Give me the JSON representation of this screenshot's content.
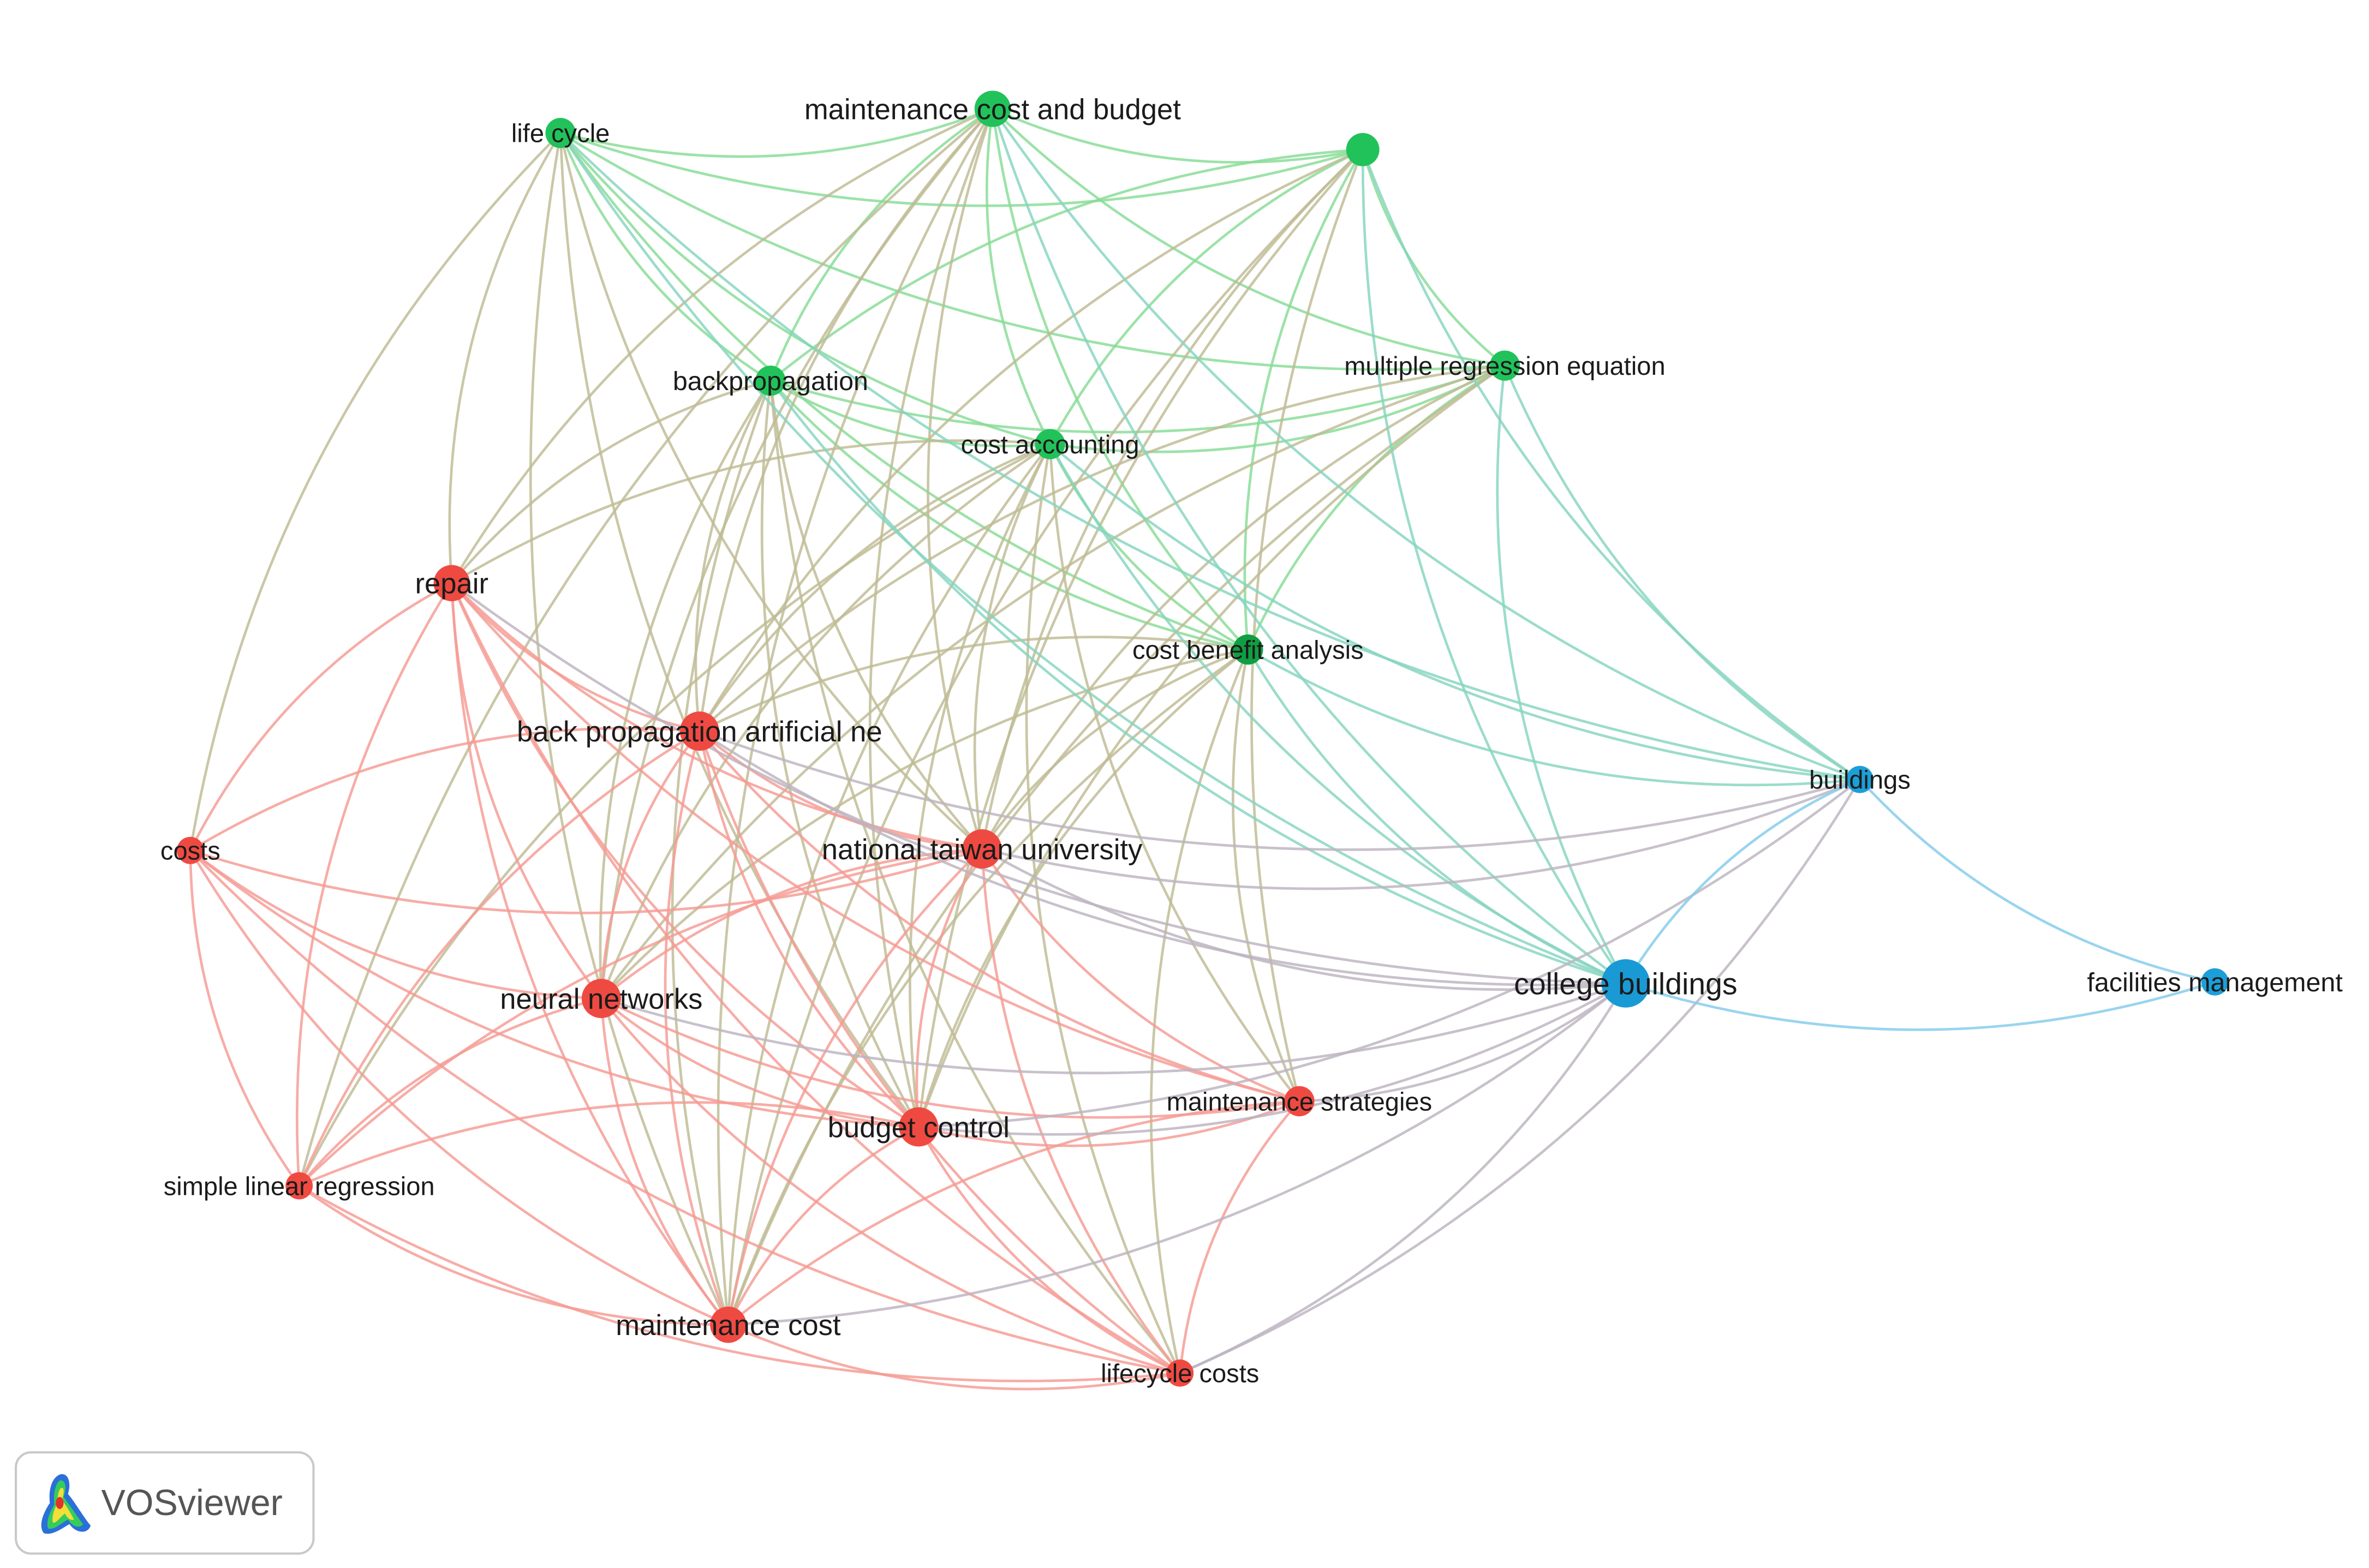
{
  "logo": {
    "text": "VOSviewer",
    "icon": "vosviewer-heatmap-icon"
  },
  "clusters": [
    {
      "node_color": "#ef4a42",
      "link_color": "#f59a93"
    },
    {
      "node_color": "#22c25a",
      "link_color": "#86dc95"
    },
    {
      "node_color": "#1c9fd8",
      "link_color": "#83cbeb"
    }
  ],
  "nodes": [
    {
      "label": "life cycle",
      "cluster": 1
    },
    {
      "label": "maintenance cost and budget",
      "cluster": 1
    },
    {
      "label": "",
      "cluster": 1
    },
    {
      "label": "backpropagation",
      "cluster": 1
    },
    {
      "label": "cost accounting",
      "cluster": 1
    },
    {
      "label": "multiple regression equation",
      "cluster": 1
    },
    {
      "label": "cost benefit analysis",
      "cluster": 1,
      "color": "#0f9f42"
    },
    {
      "label": "repair",
      "cluster": 0
    },
    {
      "label": "back propagation artificial ne",
      "cluster": 0
    },
    {
      "label": "costs",
      "cluster": 0
    },
    {
      "label": "national taiwan university",
      "cluster": 0
    },
    {
      "label": "neural networks",
      "cluster": 0
    },
    {
      "label": "budget control",
      "cluster": 0
    },
    {
      "label": "maintenance strategies",
      "cluster": 0
    },
    {
      "label": "simple linear regression",
      "cluster": 0
    },
    {
      "label": "maintenance cost",
      "cluster": 0
    },
    {
      "label": "lifecycle costs",
      "cluster": 0
    },
    {
      "label": "buildings",
      "cluster": 2
    },
    {
      "label": "college buildings",
      "cluster": 2,
      "color": "#1a9ad5"
    },
    {
      "label": "facilities management",
      "cluster": 2
    }
  ],
  "links": [
    [
      0,
      1
    ],
    [
      0,
      2
    ],
    [
      0,
      3
    ],
    [
      0,
      4
    ],
    [
      0,
      5
    ],
    [
      0,
      6
    ],
    [
      1,
      2
    ],
    [
      1,
      3
    ],
    [
      1,
      4
    ],
    [
      1,
      5
    ],
    [
      1,
      6
    ],
    [
      2,
      3
    ],
    [
      2,
      4
    ],
    [
      2,
      5
    ],
    [
      2,
      6
    ],
    [
      3,
      4
    ],
    [
      3,
      5
    ],
    [
      3,
      6
    ],
    [
      4,
      5
    ],
    [
      4,
      6
    ],
    [
      5,
      6
    ],
    [
      0,
      7
    ],
    [
      0,
      9
    ],
    [
      0,
      15
    ],
    [
      0,
      10
    ],
    [
      0,
      12
    ],
    [
      1,
      7
    ],
    [
      1,
      8
    ],
    [
      1,
      10
    ],
    [
      1,
      11
    ],
    [
      1,
      12
    ],
    [
      1,
      15
    ],
    [
      1,
      14
    ],
    [
      2,
      8
    ],
    [
      2,
      10
    ],
    [
      2,
      12
    ],
    [
      2,
      13
    ],
    [
      2,
      15
    ],
    [
      3,
      7
    ],
    [
      3,
      8
    ],
    [
      3,
      10
    ],
    [
      3,
      11
    ],
    [
      3,
      12
    ],
    [
      3,
      15
    ],
    [
      3,
      16
    ],
    [
      4,
      7
    ],
    [
      4,
      8
    ],
    [
      4,
      10
    ],
    [
      4,
      11
    ],
    [
      4,
      12
    ],
    [
      4,
      15
    ],
    [
      4,
      14
    ],
    [
      4,
      16
    ],
    [
      4,
      13
    ],
    [
      5,
      8
    ],
    [
      5,
      10
    ],
    [
      5,
      12
    ],
    [
      5,
      15
    ],
    [
      5,
      11
    ],
    [
      6,
      8
    ],
    [
      6,
      10
    ],
    [
      6,
      11
    ],
    [
      6,
      12
    ],
    [
      6,
      15
    ],
    [
      6,
      16
    ],
    [
      6,
      13
    ],
    [
      0,
      17
    ],
    [
      0,
      18
    ],
    [
      1,
      17
    ],
    [
      1,
      18
    ],
    [
      2,
      18
    ],
    [
      2,
      17
    ],
    [
      3,
      18
    ],
    [
      4,
      18
    ],
    [
      4,
      17
    ],
    [
      5,
      18
    ],
    [
      5,
      17
    ],
    [
      6,
      18
    ],
    [
      6,
      17
    ],
    [
      7,
      8
    ],
    [
      7,
      9
    ],
    [
      7,
      10
    ],
    [
      7,
      11
    ],
    [
      7,
      12
    ],
    [
      7,
      13
    ],
    [
      7,
      14
    ],
    [
      7,
      15
    ],
    [
      7,
      16
    ],
    [
      8,
      9
    ],
    [
      8,
      10
    ],
    [
      8,
      11
    ],
    [
      8,
      12
    ],
    [
      8,
      13
    ],
    [
      8,
      14
    ],
    [
      8,
      15
    ],
    [
      8,
      16
    ],
    [
      9,
      10
    ],
    [
      9,
      11
    ],
    [
      9,
      12
    ],
    [
      9,
      14
    ],
    [
      9,
      15
    ],
    [
      9,
      16
    ],
    [
      10,
      11
    ],
    [
      10,
      12
    ],
    [
      10,
      13
    ],
    [
      10,
      14
    ],
    [
      10,
      15
    ],
    [
      10,
      16
    ],
    [
      11,
      12
    ],
    [
      11,
      13
    ],
    [
      11,
      14
    ],
    [
      11,
      15
    ],
    [
      11,
      16
    ],
    [
      12,
      13
    ],
    [
      12,
      14
    ],
    [
      12,
      15
    ],
    [
      12,
      16
    ],
    [
      13,
      15
    ],
    [
      13,
      16
    ],
    [
      14,
      15
    ],
    [
      14,
      16
    ],
    [
      15,
      16
    ],
    [
      7,
      18
    ],
    [
      8,
      17
    ],
    [
      8,
      18
    ],
    [
      10,
      18
    ],
    [
      11,
      18
    ],
    [
      12,
      18
    ],
    [
      13,
      18
    ],
    [
      15,
      18
    ],
    [
      16,
      18
    ],
    [
      12,
      17
    ],
    [
      16,
      17
    ],
    [
      10,
      17
    ],
    [
      17,
      18
    ],
    [
      17,
      19
    ],
    [
      18,
      19
    ]
  ]
}
